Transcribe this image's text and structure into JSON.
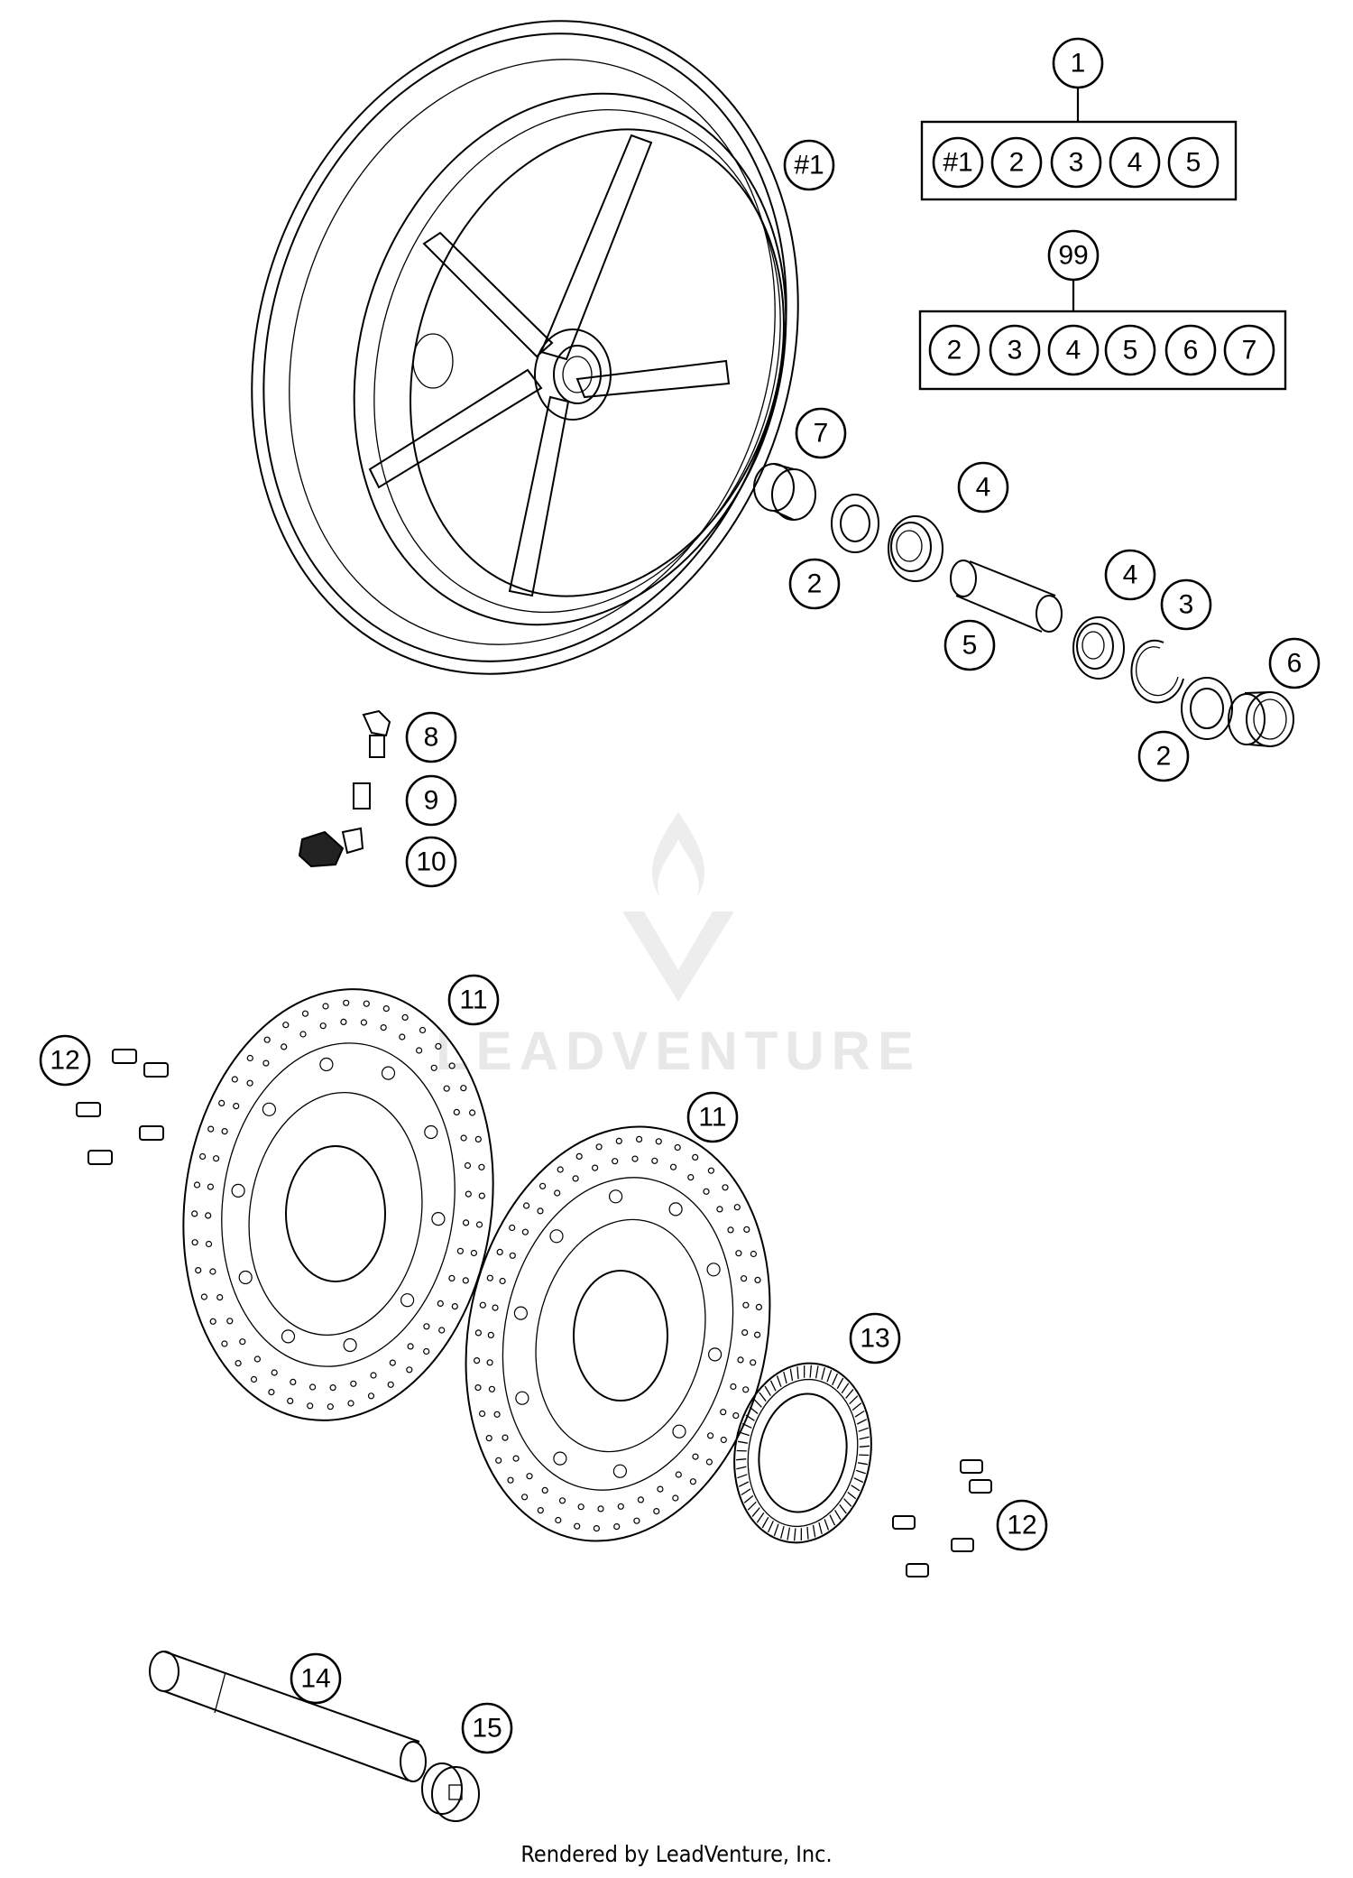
{
  "footer": "Rendered by LeadVenture, Inc.",
  "watermark": {
    "text": "LEADVENTURE"
  },
  "kits": [
    {
      "id": "1",
      "contents": [
        "#1",
        "2",
        "3",
        "4",
        "5"
      ]
    },
    {
      "id": "99",
      "contents": [
        "2",
        "3",
        "4",
        "5",
        "6",
        "7"
      ]
    }
  ],
  "callouts": {
    "wheel": "#1",
    "kit1": "1",
    "kit99": "99",
    "c7": "7",
    "c2a": "2",
    "c4a": "4",
    "c5": "5",
    "c4b": "4",
    "c3": "3",
    "c6": "6",
    "c2b": "2",
    "c8": "8",
    "c9": "9",
    "c10": "10",
    "c11a": "11",
    "c11b": "11",
    "c12a": "12",
    "c12b": "12",
    "c13": "13",
    "c14": "14",
    "c15": "15"
  }
}
